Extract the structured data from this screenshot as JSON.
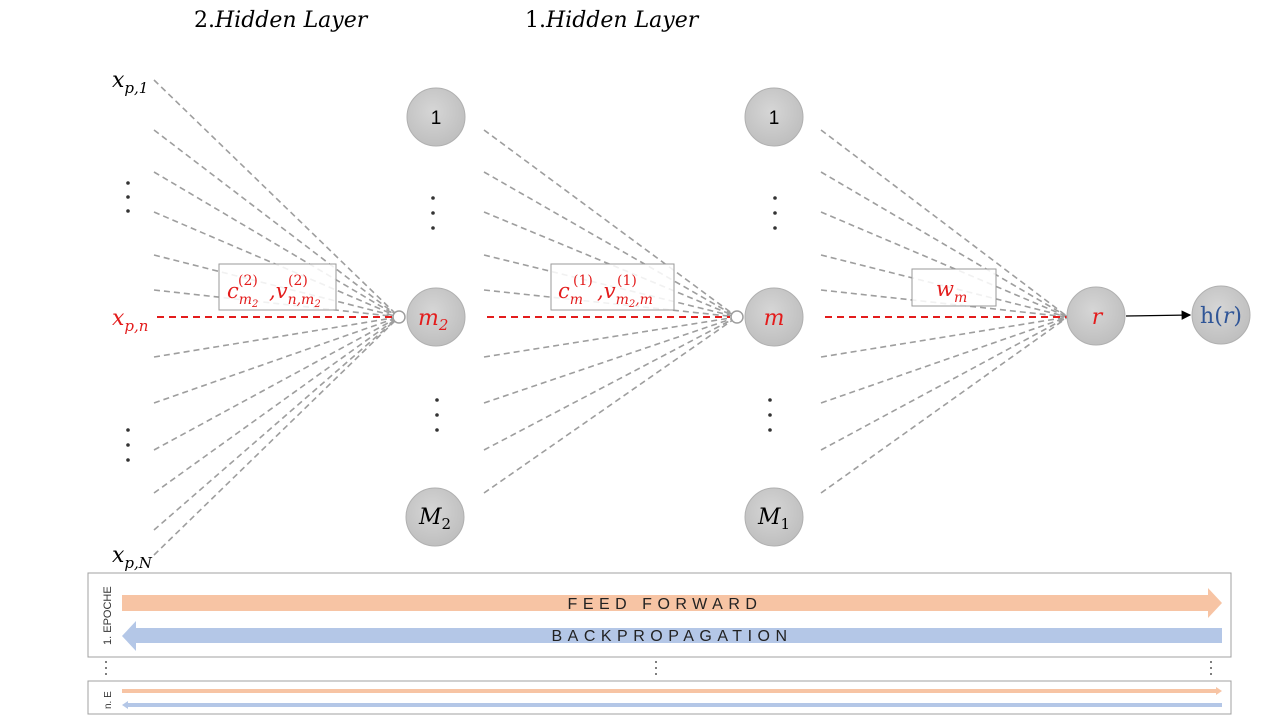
{
  "headers": {
    "layer2": {
      "num": "2.",
      "text": "Hidden Layer"
    },
    "layer1": {
      "num": "1.",
      "text": "Hidden Layer"
    }
  },
  "inputs": {
    "first": {
      "base": "x",
      "sub": "p,1"
    },
    "active": {
      "base": "x",
      "sub": "p,n"
    },
    "last": {
      "base": "x",
      "sub": "p,N"
    }
  },
  "layer2": {
    "top": "1",
    "active": {
      "base": "m",
      "sub": "2"
    },
    "bottom": {
      "base": "M",
      "sub": "2"
    }
  },
  "layer1": {
    "top": "1",
    "active": "m",
    "bottom": {
      "base": "M",
      "sub": "1"
    }
  },
  "output": {
    "node": "r",
    "func": {
      "name": "h",
      "open": "(",
      "arg": "r",
      "close": ")"
    }
  },
  "weights": {
    "w2": {
      "c": "c",
      "c_sub": "m",
      "c_sub_sub": "2",
      "sup": "(2)",
      "comma": ",",
      "v": "v",
      "v_sub": "n,m",
      "v_sub_sub": "2"
    },
    "w1": {
      "c": "c",
      "c_sub": "m",
      "sup": "(1)",
      "comma": ",",
      "v": "v",
      "v_sub": "m",
      "v_sub_sub": "2",
      "v_sub_tail": ",m"
    },
    "wm": {
      "base": "w",
      "sub": "m"
    }
  },
  "training": {
    "epoch1_label": "1. EPOCHE",
    "epochn_label": "n. E",
    "feed_forward": "FEED FORWARD",
    "backpropagation": "BACKPROPAGATION"
  },
  "colors": {
    "highlight": "#e31c1c",
    "node_fill": "#c9c9c9",
    "dashed": "#9e9e9e",
    "forward": "#f7c4a4",
    "backward": "#b4c7e7",
    "output_text": "#2f5597"
  }
}
